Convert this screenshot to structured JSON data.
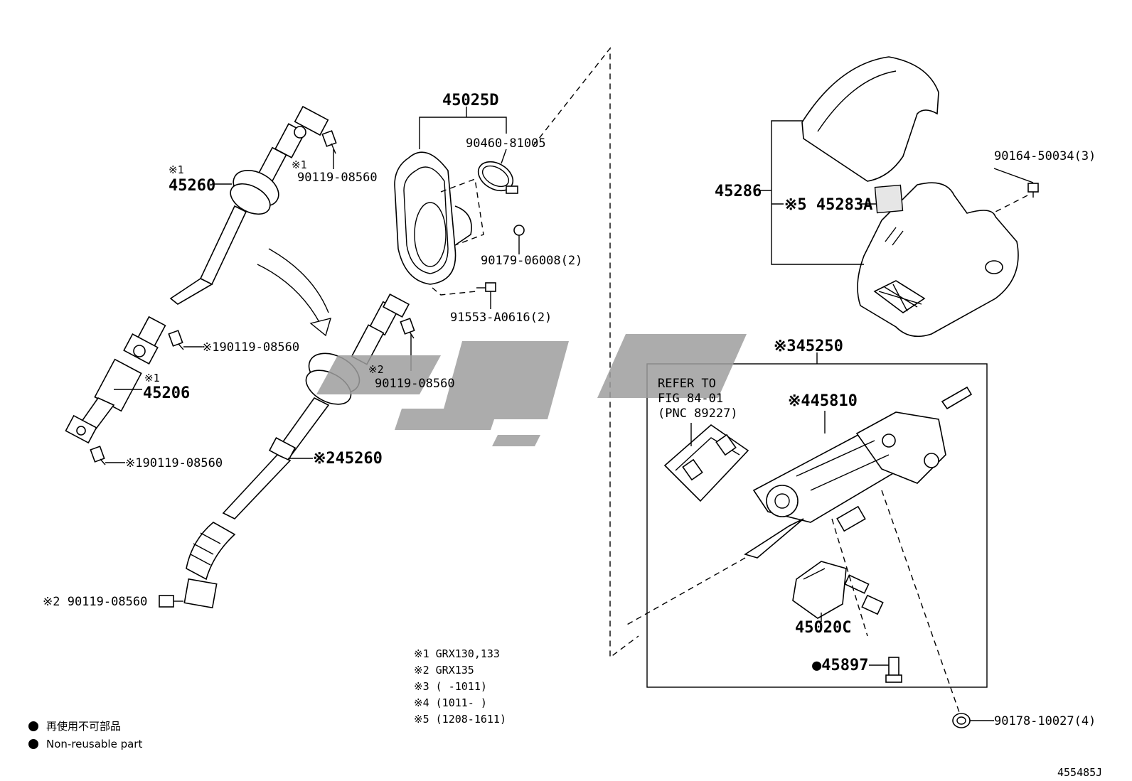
{
  "parts": {
    "p45025D": "45025D",
    "p90460": "90460-81005",
    "p90179": "90179-06008(2)",
    "p91553": "91553-A0616(2)",
    "p45260_top": "45260",
    "p45260_top_mark": "※1",
    "p90119_a": "90119-08560",
    "p90119_a_mark": "※1",
    "p90119_b": "※190119-08560",
    "p45206": "45206",
    "p45206_mark": "※1",
    "p90119_c": "※190119-08560",
    "p90119_d": "90119-08560",
    "p90119_d_mark": "※2",
    "p45260_mid": "※245260",
    "p90119_e": "※2 90119-08560",
    "p45286": "45286",
    "p45283A": "※5 45283A",
    "p90164": "90164-50034(3)",
    "p45250": "※345250",
    "p45810": "※445810",
    "p45020C": "45020C",
    "p45897": "●45897",
    "p90178": "90178-10027(4)",
    "refer1": "REFER TO",
    "refer2": "FIG 84-01",
    "refer3": "(PNC 89227)"
  },
  "notes": [
    "※1 GRX130,133",
    "※2 GRX135",
    "※3 (      -1011)",
    "※4 (1011-      )",
    "※5 (1208-1611)"
  ],
  "legend": {
    "jp": "再使用不可部品",
    "en": "Non-reusable part"
  },
  "figure_id": "455485J",
  "watermark_color": "#9e9e9e"
}
